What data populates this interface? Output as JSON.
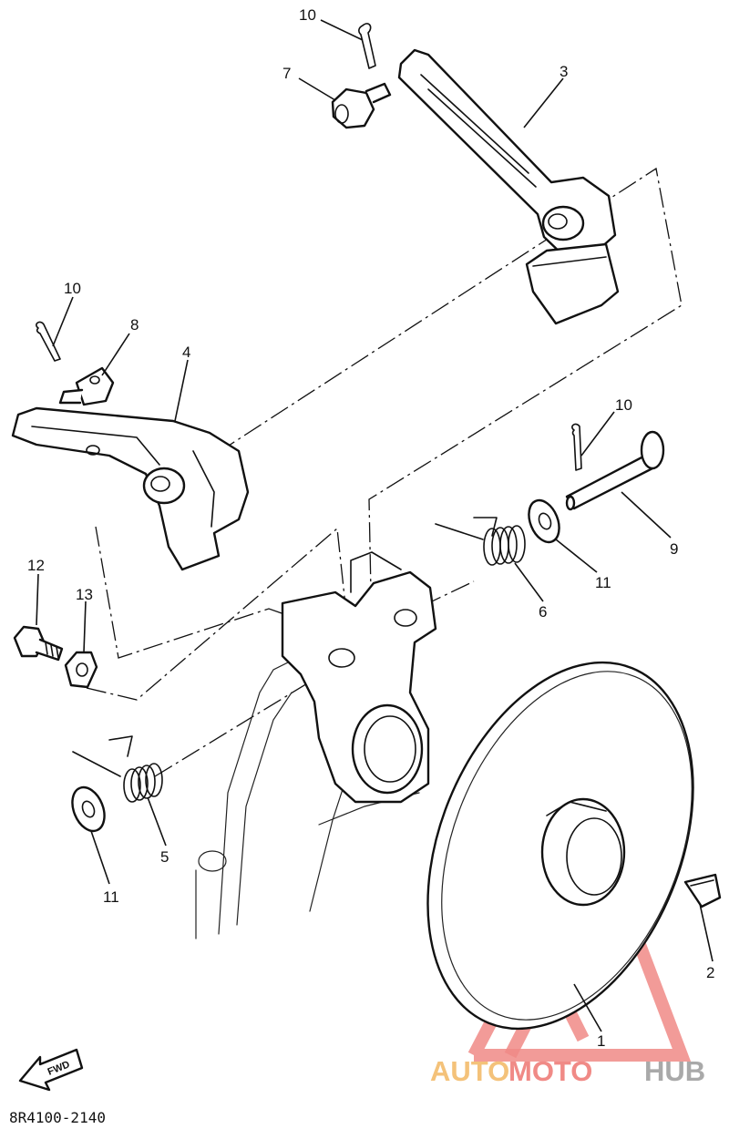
{
  "diagram": {
    "drawing_code": "8R4100-2140",
    "fwd_label": "FWD",
    "callouts": [
      {
        "id": "c1",
        "label": "1"
      },
      {
        "id": "c2",
        "label": "2"
      },
      {
        "id": "c3",
        "label": "3"
      },
      {
        "id": "c4",
        "label": "4"
      },
      {
        "id": "c5",
        "label": "5"
      },
      {
        "id": "c6",
        "label": "6"
      },
      {
        "id": "c7",
        "label": "7"
      },
      {
        "id": "c8",
        "label": "8"
      },
      {
        "id": "c9",
        "label": "9"
      },
      {
        "id": "c10a",
        "label": "10"
      },
      {
        "id": "c10b",
        "label": "10"
      },
      {
        "id": "c10c",
        "label": "10"
      },
      {
        "id": "c11a",
        "label": "11"
      },
      {
        "id": "c11b",
        "label": "11"
      },
      {
        "id": "c12",
        "label": "12"
      },
      {
        "id": "c13",
        "label": "13"
      }
    ]
  },
  "watermark": {
    "part1": "AUTO",
    "part2": "MOTO",
    "part3": "HUB",
    "colors": {
      "part1": "#f4c27a",
      "part2": "#f08a86",
      "part3": "#a9a9a9"
    }
  }
}
